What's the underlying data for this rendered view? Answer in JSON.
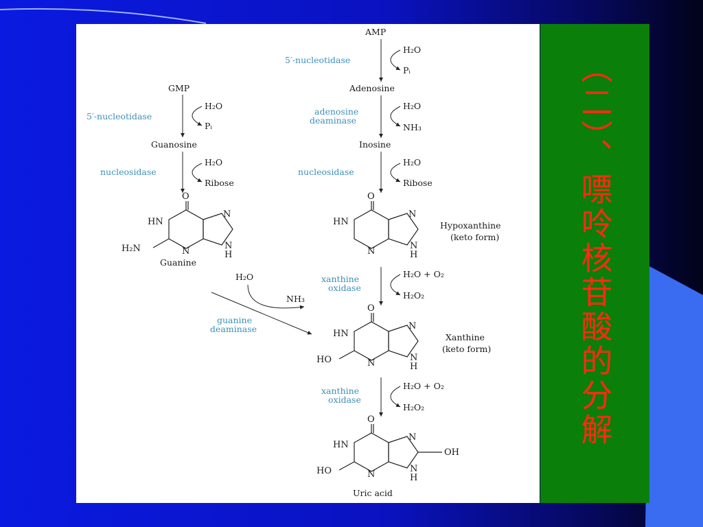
{
  "colors": {
    "panel": "#ffffff",
    "title_bg": "#0a7f0a",
    "title_text": "#ff2a10",
    "enzyme": "#3d8fb8"
  },
  "title": "（二）、嘌呤核苷酸的分解",
  "left": {
    "start": "GMP",
    "enzyme1": "5′-nucleotidase",
    "water": "H₂O",
    "pi": "Pᵢ",
    "guanosine": "Guanosine",
    "enzyme2": "nucleosidase",
    "ribose": "Ribose",
    "guanine": "Guanine"
  },
  "right": {
    "start": "AMP",
    "enzyme1": "5′-nucleotidase",
    "pi": "Pᵢ",
    "adenosine": "Adenosine",
    "enzyme2_line1": "adenosine",
    "enzyme2_line2": "deaminase",
    "nh3": "NH₃",
    "inosine": "Inosine",
    "enzyme3": "nucleosidase",
    "ribose": "Ribose",
    "hypoxanthine": "Hypoxanthine",
    "keto_form": "(keto form)",
    "xo_line1": "xanthine",
    "xo_line2": "oxidase",
    "h2o_o2": "H₂O + O₂",
    "h2o2": "H₂O₂",
    "xanthine": "Xanthine",
    "uric_acid": "Uric acid"
  },
  "cross": {
    "water": "H₂O",
    "nh3": "NH₃",
    "enz_line1": "guanine",
    "enz_line2": "deaminase"
  },
  "atoms": {
    "O": "O",
    "N": "N",
    "HN": "HN",
    "H": "H",
    "H2N": "H₂N",
    "HO": "HO",
    "OH": "OH"
  }
}
